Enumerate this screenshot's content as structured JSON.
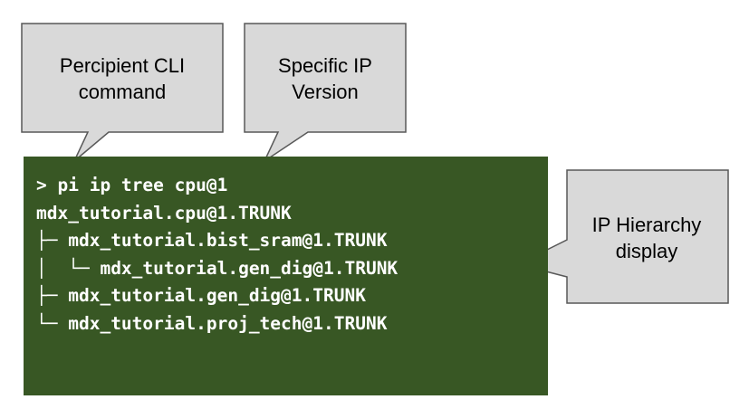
{
  "callouts": {
    "cli": {
      "lines": [
        "Percipient CLI",
        "command"
      ]
    },
    "version": {
      "lines": [
        "Specific IP",
        "Version"
      ]
    },
    "hierarchy": {
      "lines": [
        "IP Hierarchy",
        "display"
      ]
    }
  },
  "terminal": {
    "prompt_line": "> pi ip tree cpu@1",
    "root": "mdx_tutorial.cpu@1.TRUNK",
    "tree": [
      {
        "prefix": "├─ ",
        "name": "mdx_tutorial.bist_sram@1.TRUNK"
      },
      {
        "prefix": "│  └─ ",
        "name": "mdx_tutorial.gen_dig@1.TRUNK"
      },
      {
        "prefix": "├─ ",
        "name": "mdx_tutorial.gen_dig@1.TRUNK"
      },
      {
        "prefix": "└─ ",
        "name": "mdx_tutorial.proj_tech@1.TRUNK"
      }
    ]
  },
  "colors": {
    "terminal_background": "#385724",
    "terminal_text": "#ffffff",
    "callout_fill": "#d9d9d9",
    "callout_stroke": "#595959"
  }
}
